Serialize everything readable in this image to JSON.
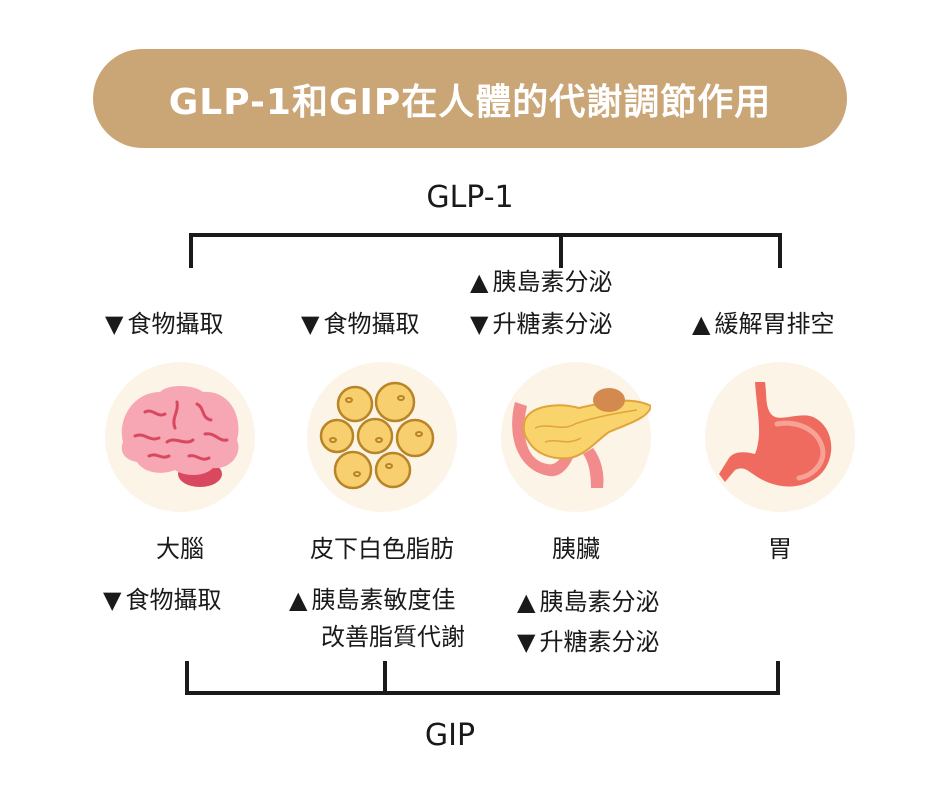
{
  "title": "GLP-1和GIP在人體的代謝調節作用",
  "glp1": {
    "label": "GLP-1",
    "brain": {
      "arrow": "▼",
      "text": "食物攝取"
    },
    "fat": {
      "arrow": "▼",
      "text": "食物攝取"
    },
    "pancreas": [
      {
        "arrow": "▲",
        "text": "胰島素分泌"
      },
      {
        "arrow": "▼",
        "text": "升糖素分泌"
      }
    ],
    "stomach": {
      "arrow": "▲",
      "text": "緩解胃排空"
    }
  },
  "organs": {
    "brain": "大腦",
    "fat": "皮下白色脂肪",
    "pancreas": "胰臟",
    "stomach": "胃"
  },
  "gip": {
    "label": "GIP",
    "brain": {
      "arrow": "▼",
      "text": "食物攝取"
    },
    "fat": {
      "arrow": "▲",
      "text": "胰島素敏度佳",
      "text2": "改善脂質代謝"
    },
    "pancreas": [
      {
        "arrow": "▲",
        "text": "胰島素分泌"
      },
      {
        "arrow": "▼",
        "text": "升糖素分泌"
      }
    ]
  },
  "colors": {
    "title_bg": "#caa576",
    "circle_bg": "#fbf4e7",
    "line": "#1a1a1a"
  }
}
